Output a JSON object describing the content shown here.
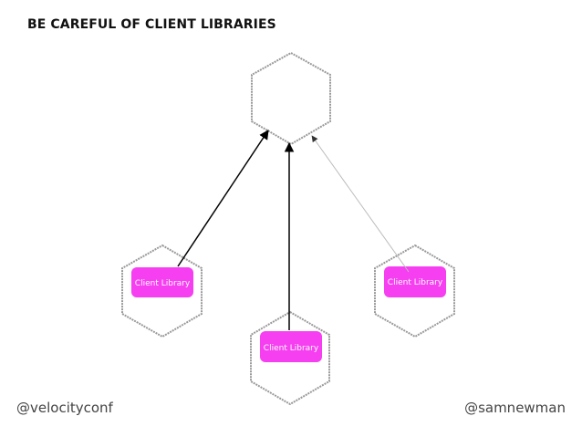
{
  "title": "BE CAREFUL OF CLIENT LIBRARIES",
  "diagram": {
    "central_service": {},
    "client_services": [
      {
        "label": "Client Library"
      },
      {
        "label": "Client Library"
      },
      {
        "label": "Client Library"
      }
    ]
  },
  "footer": {
    "left_handle": "@velocityconf",
    "right_handle": "@samnewman"
  },
  "colors": {
    "library_fill": "#f53ff0",
    "hexagon_stroke": "#999999",
    "arrow_dark": "#000000",
    "arrow_light": "#bbbbbb"
  }
}
